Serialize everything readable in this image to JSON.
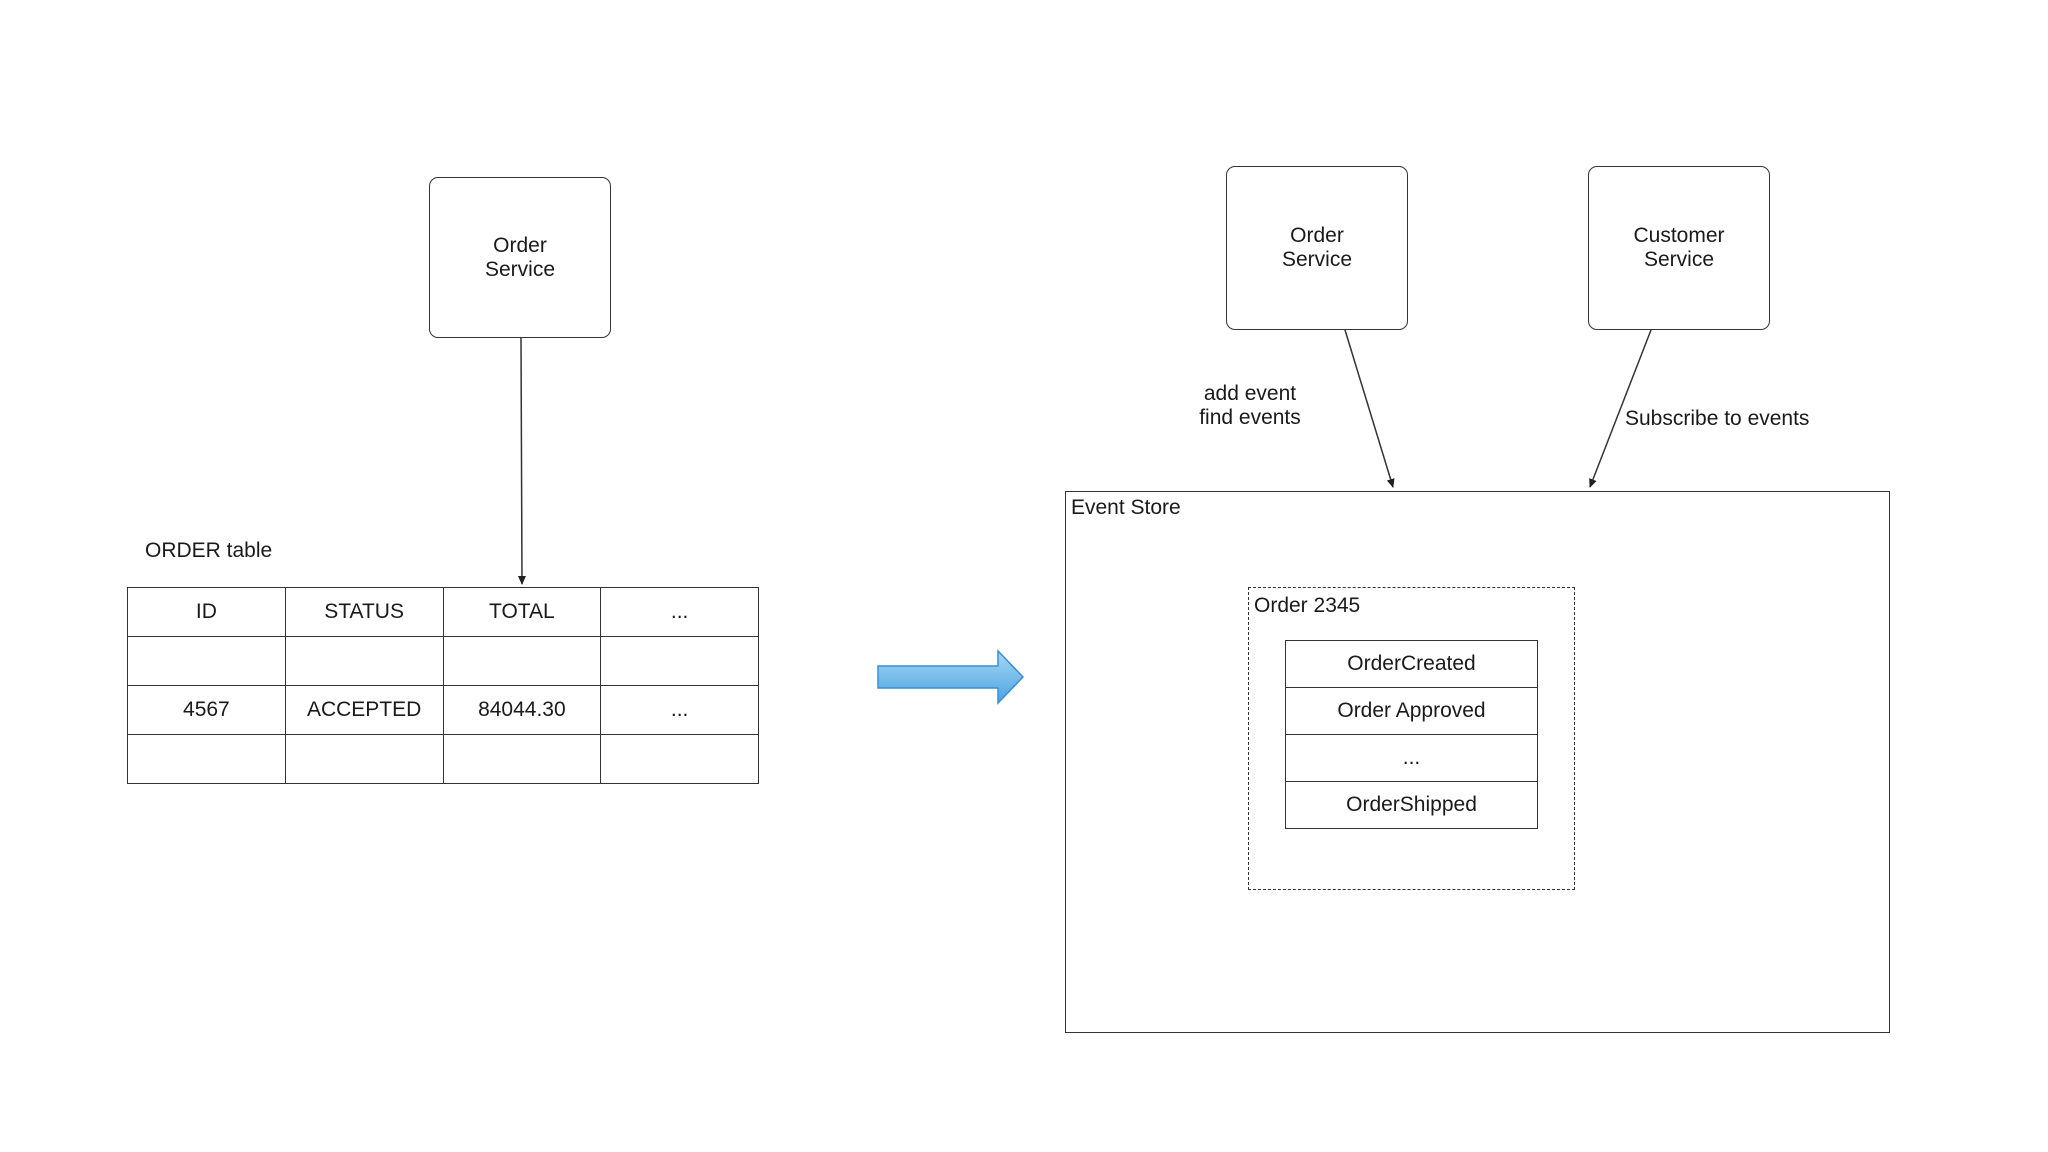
{
  "left": {
    "order_service": {
      "line1": "Order",
      "line2": "Service"
    },
    "table_title": "ORDER table",
    "table": {
      "headers": [
        "ID",
        "STATUS",
        "TOTAL",
        "..."
      ],
      "rows": [
        [
          "",
          "",
          "",
          ""
        ],
        [
          "4567",
          "ACCEPTED",
          "84044.30",
          "..."
        ],
        [
          "",
          "",
          "",
          ""
        ]
      ]
    }
  },
  "transition_arrow": {
    "color_start": "#a9d8f5",
    "color_end": "#4aa3e0",
    "border": "#3a8fd0"
  },
  "right": {
    "order_service": {
      "line1": "Order",
      "line2": "Service"
    },
    "customer_service": {
      "line1": "Customer",
      "line2": "Service"
    },
    "order_service_edge_label": {
      "line1": "add event",
      "line2": "find events"
    },
    "customer_service_edge_label": "Subscribe to events",
    "event_store": {
      "title": "Event Store",
      "aggregate_title": "Order 2345",
      "events": [
        "OrderCreated",
        "Order Approved",
        "...",
        "OrderShipped"
      ]
    }
  }
}
